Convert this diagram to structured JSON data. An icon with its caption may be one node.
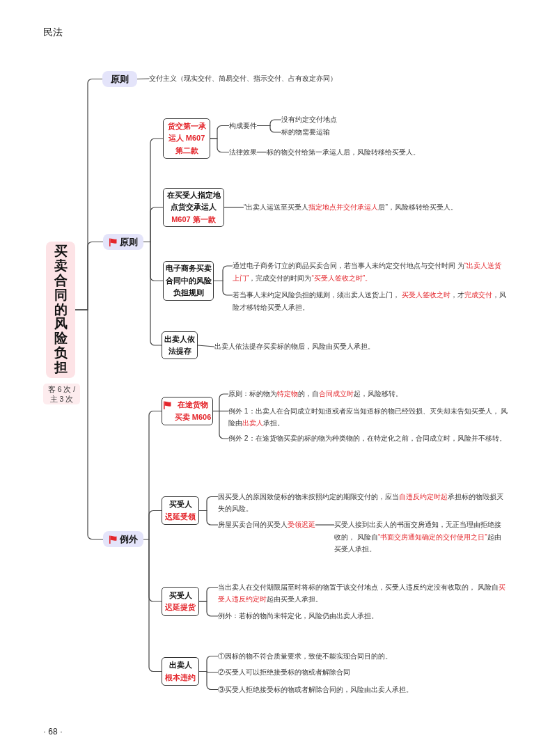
{
  "diagram": {
    "title": "民法",
    "nodes": [
      {
        "text": [
          "买卖合同的风险负担"
        ]
      },
      {
        "text": [
          "客 6 次 / 主 3 次"
        ]
      },
      {
        "text": [
          "原则"
        ]
      },
      {
        "text": [
          "交付主义（现实交付、简易交付、指示交付、占有改定亦同）"
        ]
      },
      {
        "text": [
          "原则"
        ]
      },
      {
        "text": [
          "货交第一承运人 M607 第二款"
        ]
      },
      {
        "text": [
          "构成要件"
        ]
      },
      {
        "text": [
          "没有约定交付地点"
        ]
      },
      {
        "text": [
          "标的物需要运输"
        ]
      },
      {
        "text": [
          "法律效果"
        ]
      },
      {
        "text": [
          "标的物交付给第一承运人后，风险转移给买受人。"
        ]
      },
      {
        "text": [
          "在买受人指定地点货交承运人",
          "M607 第一款"
        ]
      },
      {
        "text": [
          "“出卖人运送至买受人**指定地点并交付承运人**后”，风险移转给买受人。"
        ]
      },
      {
        "text": [
          "电子商务买卖合同中的风险负担规则"
        ]
      },
      {
        "text": [
          "通过电子商务订立的商品买卖合同，若当事人未约定交付地点与交付时间 为**“出卖人送货上门”**，完成交付的时间为**“买受人签收之时”。**"
        ]
      },
      {
        "text": [
          "若当事人未约定风险负担的规则，须出卖人送货上门， **买受人签收之时**，才**完成交付**，风险才移转给买受人承担。"
        ]
      },
      {
        "text": [
          "出卖人依法提存"
        ]
      },
      {
        "text": [
          "出卖人依法提存买卖标的物后，风险由买受人承担。"
        ]
      },
      {
        "text": [
          "例外"
        ]
      },
      {
        "text": [
          "在途货物买卖 M606"
        ]
      },
      {
        "text": [
          "原则：标的物为**特定物**的，自**合同成立时**起，风险移转。"
        ]
      },
      {
        "text": [
          "例外 1：出卖人在合同成立时知道或者应当知道标的物已经毁损、灭失却未告知买受人， 风险由**出卖人**承担。"
        ]
      },
      {
        "text": [
          "例外 2：在途货物买卖的标的物为种类物的，在特定化之前，合同成立时，风险并不移转。"
        ]
      },
      {
        "text": [
          "买受人",
          "迟延受领"
        ]
      },
      {
        "text": [
          "因买受人的原因致使标的物未按照约定的期限交付的，应当**自违反约定时起**承担标的物毁损灭失的风险。"
        ]
      },
      {
        "text": [
          "房屋买卖合同的买受人**受领迟延**"
        ]
      },
      {
        "text": [
          "买受人接到出卖人的书面交房通知，无正当理由拒绝接收的， 风险自**“书面交房通知确定的交付使用之日”**起由买受人承担。"
        ]
      },
      {
        "text": [
          "买受人",
          "迟延提货"
        ]
      },
      {
        "text": [
          "当出卖人在交付期限届至时将标的物置于该交付地点，买受人违反约定没有收取的， 风险自**买受人违反约定时**起由买受人承担。"
        ]
      },
      {
        "text": [
          "例外：若标的物尚未特定化，风险仍由出卖人承担。"
        ]
      },
      {
        "text": [
          "出卖人",
          "根本违约"
        ]
      },
      {
        "text": [
          "①因标的物不符合质量要求，致使不能实现合同目的的。"
        ]
      },
      {
        "text": [
          "②买受人可以拒绝接受标的物或者解除合同"
        ]
      },
      {
        "text": [
          "③买受人拒绝接受标的物或者解除合同的，风险由出卖人承担。"
        ]
      }
    ],
    "edges": [
      {
        "from": 0,
        "to": 2,
        "arrow": "none"
      },
      {
        "from": 0,
        "to": 4,
        "arrow": "none"
      },
      {
        "from": 0,
        "to": 18,
        "arrow": "none"
      },
      {
        "from": 2,
        "to": 3,
        "arrow": "none"
      },
      {
        "from": 4,
        "to": 5,
        "arrow": "none"
      },
      {
        "from": 4,
        "to": 11,
        "arrow": "none"
      },
      {
        "from": 4,
        "to": 13,
        "arrow": "none"
      },
      {
        "from": 4,
        "to": 16,
        "arrow": "none"
      },
      {
        "from": 5,
        "to": 6,
        "arrow": "none"
      },
      {
        "from": 5,
        "to": 9,
        "arrow": "none"
      },
      {
        "from": 6,
        "to": 7,
        "arrow": "none"
      },
      {
        "from": 6,
        "to": 8,
        "arrow": "none"
      },
      {
        "from": 9,
        "to": 10,
        "arrow": "none"
      },
      {
        "from": 11,
        "to": 12,
        "arrow": "none"
      },
      {
        "from": 13,
        "to": 14,
        "arrow": "none"
      },
      {
        "from": 13,
        "to": 15,
        "arrow": "none"
      },
      {
        "from": 16,
        "to": 17,
        "arrow": "none"
      },
      {
        "from": 18,
        "to": 19,
        "arrow": "none"
      },
      {
        "from": 18,
        "to": 23,
        "arrow": "none"
      },
      {
        "from": 18,
        "to": 27,
        "arrow": "none"
      },
      {
        "from": 18,
        "to": 30,
        "arrow": "none"
      },
      {
        "from": 19,
        "to": 20,
        "arrow": "none"
      },
      {
        "from": 19,
        "to": 21,
        "arrow": "none"
      },
      {
        "from": 19,
        "to": 22,
        "arrow": "none"
      },
      {
        "from": 23,
        "to": 24,
        "arrow": "none"
      },
      {
        "from": 23,
        "to": 25,
        "arrow": "none"
      },
      {
        "from": 25,
        "to": 26,
        "arrow": "none"
      },
      {
        "from": 27,
        "to": 28,
        "arrow": "none"
      },
      {
        "from": 27,
        "to": 29,
        "arrow": "none"
      },
      {
        "from": 30,
        "to": 31,
        "arrow": "none"
      },
      {
        "from": 30,
        "to": 32,
        "arrow": "none"
      },
      {
        "from": 30,
        "to": 33,
        "arrow": "none"
      }
    ],
    "labels": [
      "· 68 ·"
    ]
  }
}
